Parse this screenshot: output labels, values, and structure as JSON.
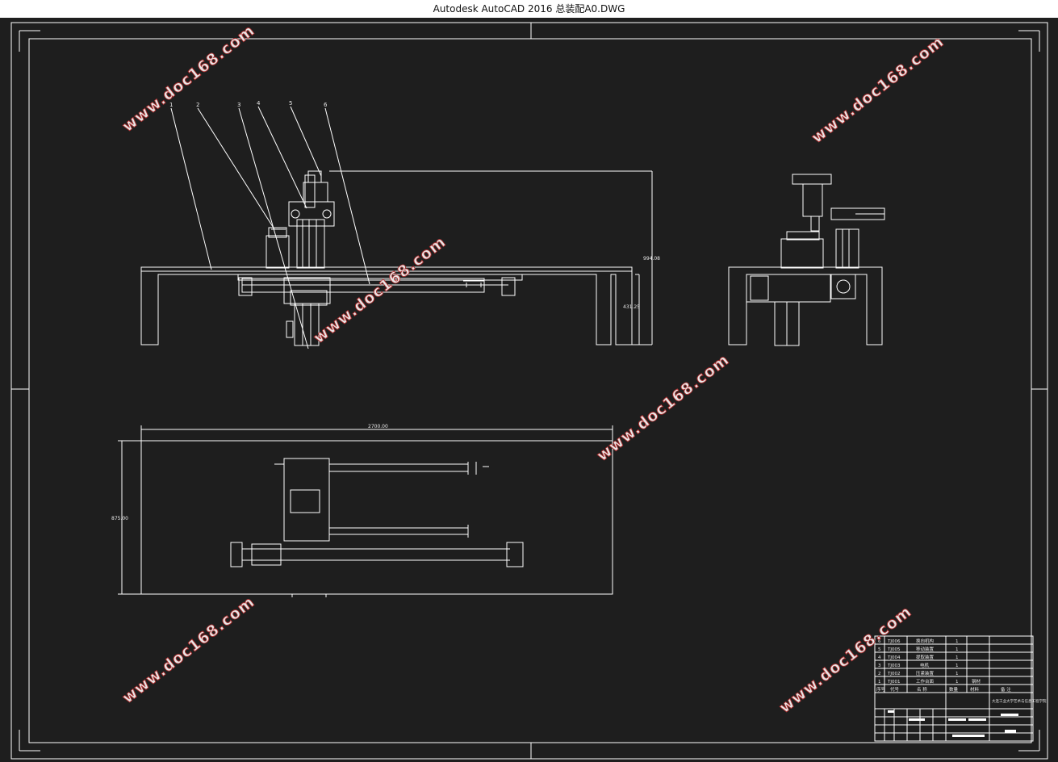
{
  "window": {
    "title": "Autodesk AutoCAD 2016     总装配A0.DWG"
  },
  "drawing": {
    "part_numbers": [
      "1",
      "2",
      "3",
      "4",
      "5",
      "6"
    ],
    "dimensions": {
      "total_height": "994.08",
      "table_height": "431.25",
      "length": "2700.00",
      "width": "875.00"
    },
    "bom": {
      "rows": [
        {
          "no": "6",
          "code": "TJ006",
          "name": "换向机构",
          "qty": "1",
          "material": ""
        },
        {
          "no": "5",
          "code": "TJ005",
          "name": "移动装置",
          "qty": "1",
          "material": ""
        },
        {
          "no": "4",
          "code": "TJ004",
          "name": "提取装置",
          "qty": "1",
          "material": ""
        },
        {
          "no": "3",
          "code": "TJ003",
          "name": "电机",
          "qty": "1",
          "material": ""
        },
        {
          "no": "2",
          "code": "TJ002",
          "name": "压紧装置",
          "qty": "1",
          "material": ""
        },
        {
          "no": "1",
          "code": "TJ001",
          "name": "工作台面",
          "qty": "1",
          "material": "钢材"
        }
      ],
      "header": [
        "序号",
        "代号",
        "名  称",
        "数量",
        "材料",
        "备  注"
      ],
      "school": "大连工业大学艺术与信息工程学院"
    },
    "watermark": "www.doc168.com",
    "colors": {
      "background": "#1e1e1e",
      "lines": "#ffffff",
      "watermark_stroke": "#b03030"
    }
  }
}
